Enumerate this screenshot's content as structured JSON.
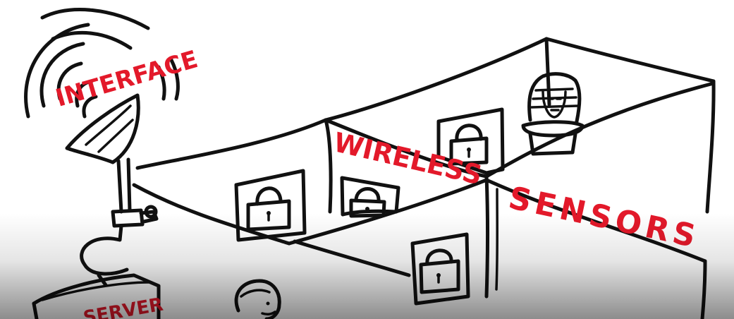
{
  "labels": {
    "interface": "INTERFACE",
    "wireless": "WIRELESS",
    "sensors": "SENSORS",
    "server": "SERVER"
  },
  "colors": {
    "ink": "#111111",
    "label_red": "#e3192a",
    "background": "#ffffff"
  },
  "icons": [
    "satellite-dish-icon",
    "padlock-icon",
    "pharaoh-bust-icon",
    "person-icon",
    "server-box-icon"
  ]
}
